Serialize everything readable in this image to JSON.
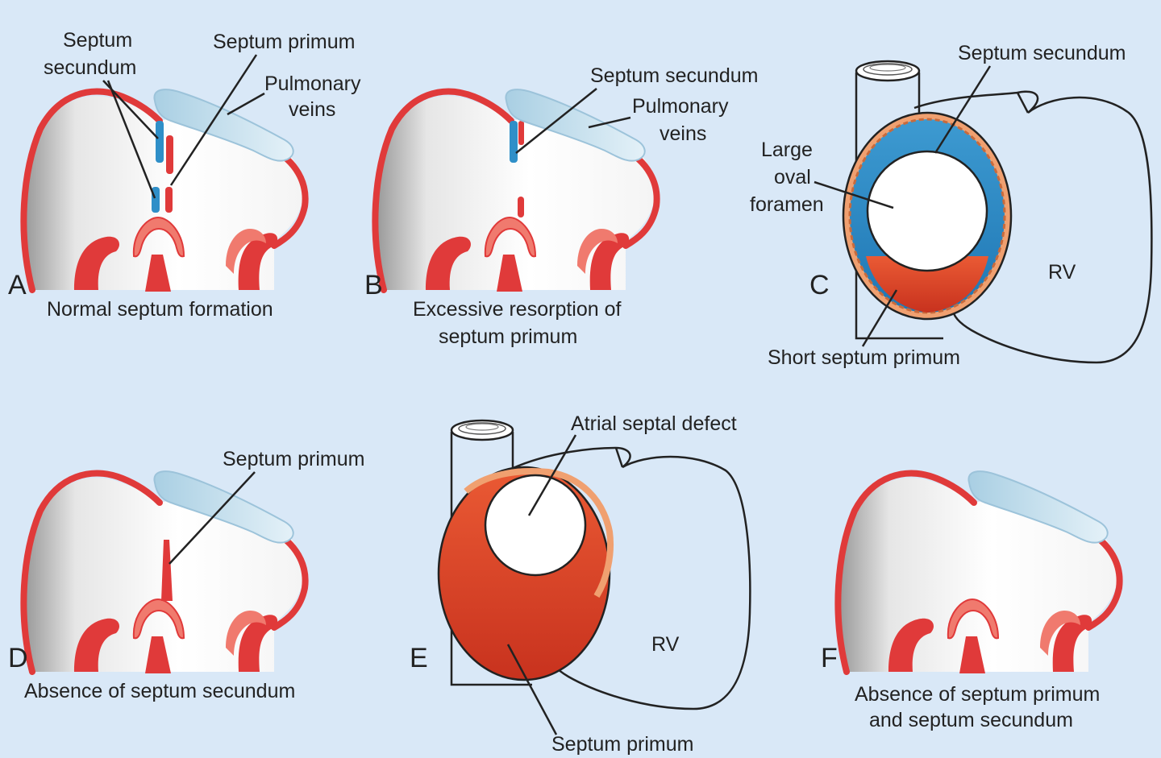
{
  "panels": {
    "A": {
      "letter": "A",
      "caption": [
        "Normal septum formation"
      ],
      "labels": {
        "septum_secundum": [
          "Septum",
          "secundum"
        ],
        "septum_primum": "Septum primum",
        "pulmonary_veins": [
          "Pulmonary",
          "veins"
        ]
      }
    },
    "B": {
      "letter": "B",
      "caption": [
        "Excessive resorption of",
        "septum primum"
      ],
      "labels": {
        "septum_secundum": "Septum secundum",
        "pulmonary_veins": [
          "Pulmonary",
          "veins"
        ]
      }
    },
    "C": {
      "letter": "C",
      "labels": {
        "septum_secundum": "Septum secundum",
        "large_oval_foramen": [
          "Large",
          "oval",
          "foramen"
        ],
        "rv": "RV",
        "short_septum_primum": "Short septum primum"
      }
    },
    "D": {
      "letter": "D",
      "caption": [
        "Absence of septum secundum"
      ],
      "labels": {
        "septum_primum": "Septum primum"
      }
    },
    "E": {
      "letter": "E",
      "labels": {
        "atrial_septal_defect": "Atrial septal defect",
        "rv": "RV",
        "septum_primum": "Septum primum"
      }
    },
    "F": {
      "letter": "F",
      "caption": [
        "Absence of septum primum",
        "and septum secundum"
      ]
    }
  },
  "colors": {
    "background": "#d9e8f7",
    "wall": "#e03a3a",
    "septum_secundum": "#2f8fc8",
    "septum_primum": "#e04a2a",
    "vein": "#bcd9ea",
    "outline": "#222222"
  }
}
